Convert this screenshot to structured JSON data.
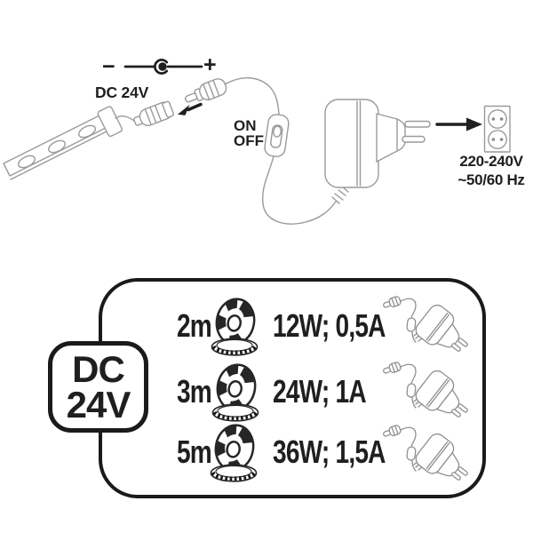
{
  "top": {
    "polarity_minus": "−",
    "polarity_plus": "+",
    "dc_label": "DC 24V",
    "switch_on": "ON",
    "switch_off": "OFF",
    "mains_voltage": "220-240V",
    "mains_freq": "~50/60 Hz"
  },
  "box": {
    "badge": {
      "line1": "DC",
      "line2": "24V"
    },
    "rows": [
      {
        "length": "2m",
        "power": "12W; 0,5A"
      },
      {
        "length": "3m",
        "power": "24W; 1A"
      },
      {
        "length": "5m",
        "power": "36W; 1,5A"
      }
    ]
  },
  "colors": {
    "ink": "#1f1f1f",
    "line_art": "#9a9a9a",
    "icon_dark": "#262626",
    "background": "#ffffff"
  }
}
